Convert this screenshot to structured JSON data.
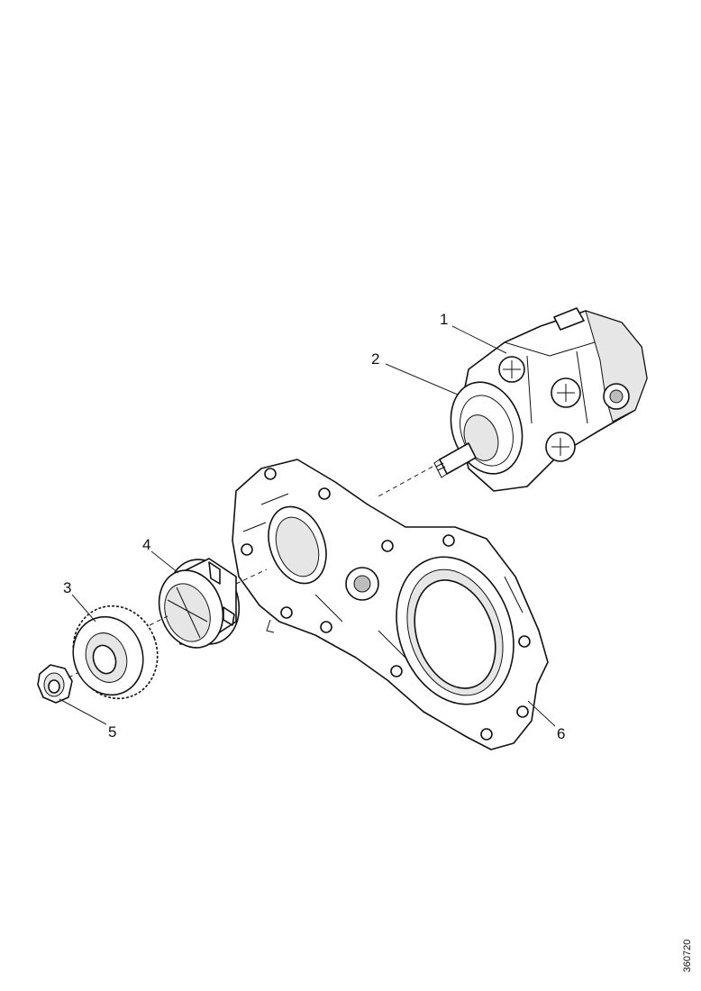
{
  "callouts": {
    "c1": "1",
    "c2": "2",
    "c3": "3",
    "c4": "4",
    "c5": "5",
    "c6": "6"
  },
  "reference_code": "360720"
}
